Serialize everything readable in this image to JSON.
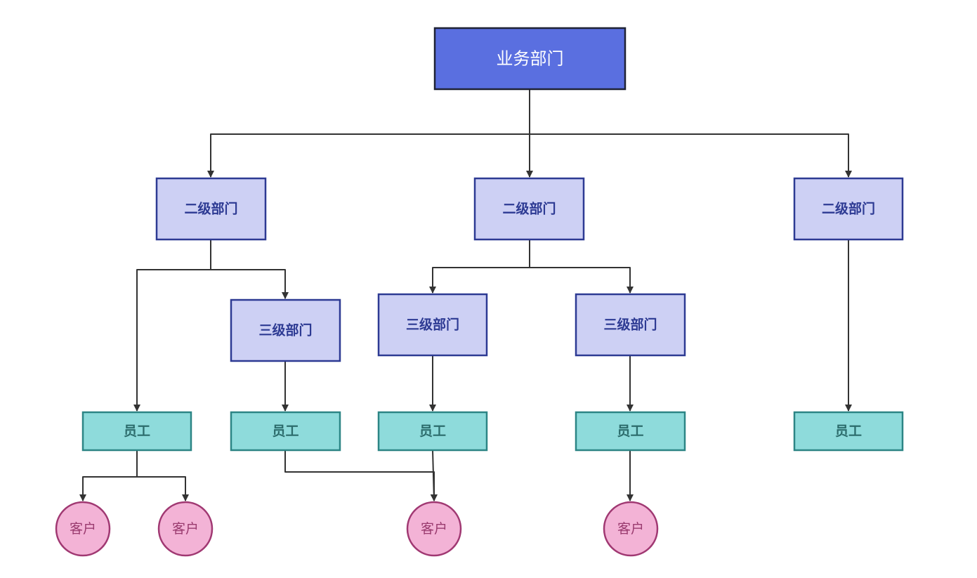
{
  "diagram": {
    "type": "org-chart",
    "colors": {
      "root_fill": "#5a6fe0",
      "root_stroke": "#1f2235",
      "root_text": "#ffffff",
      "dept_fill": "#cdd0f4",
      "dept_stroke": "#2d3a93",
      "dept_text": "#2d3a93",
      "staff_fill": "#8edbdb",
      "staff_stroke": "#2c8585",
      "staff_text": "#2c6c6c",
      "client_fill": "#f3b3d6",
      "client_stroke": "#a03872",
      "client_text": "#9a3b6f",
      "edge": "#333333"
    },
    "nodes": [
      {
        "id": "root",
        "label": "业务部门",
        "kind": "root"
      },
      {
        "id": "l2a",
        "label": "二级部门",
        "kind": "dept"
      },
      {
        "id": "l2b",
        "label": "二级部门",
        "kind": "dept"
      },
      {
        "id": "l2c",
        "label": "二级部门",
        "kind": "dept"
      },
      {
        "id": "l3a",
        "label": "三级部门",
        "kind": "dept"
      },
      {
        "id": "l3b",
        "label": "三级部门",
        "kind": "dept"
      },
      {
        "id": "l3c",
        "label": "三级部门",
        "kind": "dept"
      },
      {
        "id": "e1",
        "label": "员工",
        "kind": "staff"
      },
      {
        "id": "e2",
        "label": "员工",
        "kind": "staff"
      },
      {
        "id": "e3",
        "label": "员工",
        "kind": "staff"
      },
      {
        "id": "e4",
        "label": "员工",
        "kind": "staff"
      },
      {
        "id": "e5",
        "label": "员工",
        "kind": "staff"
      },
      {
        "id": "c1",
        "label": "客户",
        "kind": "client"
      },
      {
        "id": "c2",
        "label": "客户",
        "kind": "client"
      },
      {
        "id": "c3",
        "label": "客户",
        "kind": "client"
      },
      {
        "id": "c4",
        "label": "客户",
        "kind": "client"
      }
    ],
    "edges": [
      {
        "from": "root",
        "to": "l2a"
      },
      {
        "from": "root",
        "to": "l2b"
      },
      {
        "from": "root",
        "to": "l2c"
      },
      {
        "from": "l2a",
        "to": "e1"
      },
      {
        "from": "l2a",
        "to": "l3a"
      },
      {
        "from": "l3a",
        "to": "e2"
      },
      {
        "from": "l2b",
        "to": "l3b"
      },
      {
        "from": "l2b",
        "to": "l3c"
      },
      {
        "from": "l3b",
        "to": "e3"
      },
      {
        "from": "l3c",
        "to": "e4"
      },
      {
        "from": "l2c",
        "to": "e5"
      },
      {
        "from": "e1",
        "to": "c1"
      },
      {
        "from": "e1",
        "to": "c2"
      },
      {
        "from": "e2",
        "to": "c3"
      },
      {
        "from": "e3",
        "to": "c3"
      },
      {
        "from": "e4",
        "to": "c4"
      }
    ]
  }
}
